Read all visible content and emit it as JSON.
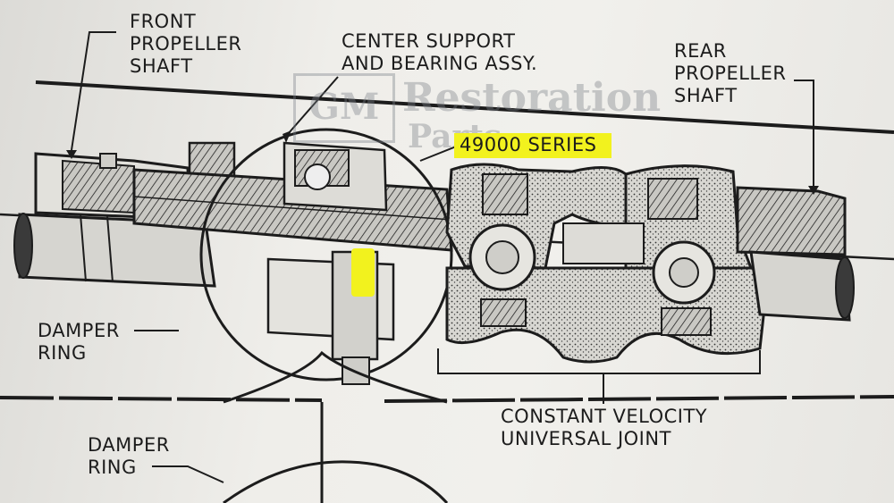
{
  "labels": {
    "front_shaft": [
      "FRONT",
      "PROPELLER",
      "SHAFT"
    ],
    "center_support": [
      "CENTER SUPPORT",
      "AND BEARING ASSY."
    ],
    "rear_shaft": [
      "REAR",
      "PROPELLER",
      "SHAFT"
    ],
    "series": "49000 SERIES",
    "damper_ring_1": [
      "DAMPER",
      "RING"
    ],
    "damper_ring_2": [
      "DAMPER",
      "RING"
    ],
    "cv_joint": [
      "CONSTANT VELOCITY",
      "UNIVERSAL JOINT"
    ]
  },
  "watermark": {
    "logo": "GM",
    "line1": "Restoration",
    "line2": "Parts"
  },
  "colors": {
    "ink": "#1c1c1c",
    "highlight": "#f2f21e",
    "paper": "#efeeea",
    "watermark": "#7a7f88"
  }
}
